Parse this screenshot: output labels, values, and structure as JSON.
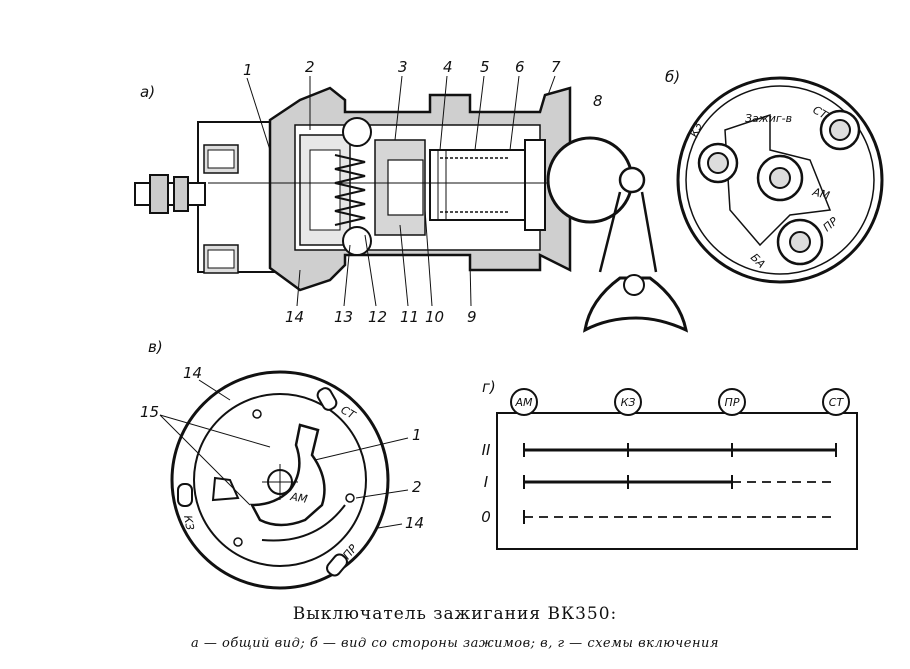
{
  "panels": {
    "a": "а)",
    "b": "б)",
    "v": "в)",
    "g": "г)"
  },
  "callouts_top": [
    "1",
    "2",
    "3",
    "4",
    "5",
    "6",
    "7",
    "8"
  ],
  "callouts_bottom": [
    "14",
    "13",
    "12",
    "11",
    "10",
    "9"
  ],
  "terminal_labels": {
    "ki": "КЗ",
    "zazh": "Зажиг-в",
    "st": "СТ",
    "am": "АМ",
    "pr": "ПР",
    "ba": "БА"
  },
  "view_v": {
    "callouts": [
      "14",
      "15",
      "1",
      "2",
      "14"
    ],
    "terminals": [
      "СТ",
      "КЗ",
      "ПР"
    ],
    "center": "АМ"
  },
  "switch_chart": {
    "columns": [
      "АМ",
      "КЗ",
      "ПР",
      "СТ"
    ],
    "rows": [
      {
        "label": "II",
        "segments": [
          "solid",
          "solid",
          "solid"
        ]
      },
      {
        "label": "I",
        "segments": [
          "solid",
          "solid",
          "dashed"
        ]
      },
      {
        "label": "0",
        "segments": [
          "dashed",
          "dashed",
          "dashed"
        ]
      }
    ]
  },
  "caption": {
    "title": "Выключатель зажигания ВК350:",
    "subtitle": "а — общий вид; б — вид со стороны зажимов; в, г — схемы включения"
  }
}
